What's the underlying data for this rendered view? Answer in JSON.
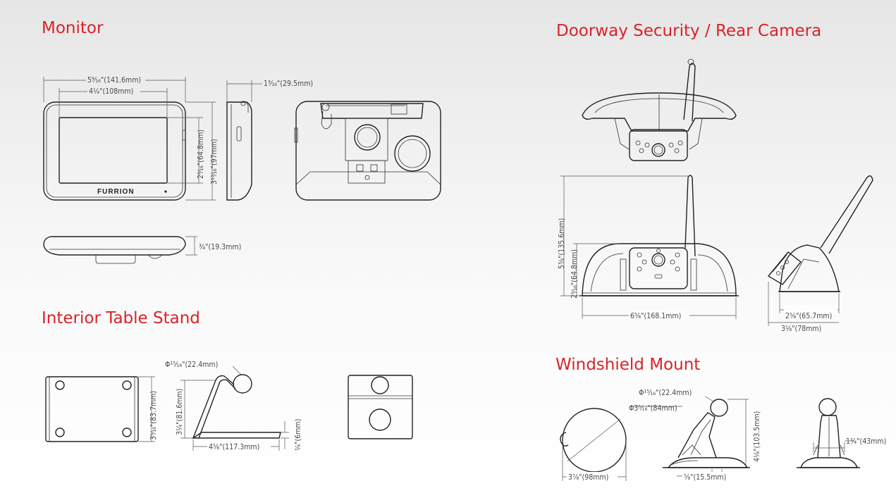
{
  "sections": {
    "monitor": "Monitor",
    "camera": "Doorway Security / Rear Camera",
    "stand": "Interior Table Stand",
    "mount": "Windshield Mount"
  },
  "monitor": {
    "brand_logo": "FURRION",
    "dims": {
      "width_outer": "5⁹⁄₁₆\"(141.6mm)",
      "width_screen": "4¼\"(108mm)",
      "height_screen": "2⁹⁄₁₆\"(64.8mm)",
      "height_outer": "3¹³⁄₁₆\"(97mm)",
      "depth": "1³⁄₁₆\"(29.5mm)",
      "thickness": "¾\"(19.3mm)"
    }
  },
  "camera": {
    "dims": {
      "height_total": "5³⁄₈\"(135.6mm)",
      "height_body": "2⁹⁄₁₆\"(64.8mm)",
      "width": "6⅝\"(168.1mm)",
      "side_depth": "2⁵⁄₈\"(65.7mm)",
      "side_base": "3⅛\"(78mm)"
    }
  },
  "stand": {
    "dims": {
      "ball_diameter": "Φ¹⁵⁄₁₆\"(22.4mm)",
      "base_height": "3⁵⁄₁₆\"(83.7mm)",
      "height": "3¼\"(81.6mm)",
      "length": "4⁵⁄₈\"(117.3mm)",
      "plate_thickness": "¼\"(6mm)"
    }
  },
  "mount": {
    "dims": {
      "ball_diameter": "Φ¹⁵⁄₁₆\"(22.4mm)",
      "cup_diameter": "Φ3⁵⁄₁₆\"(84mm)",
      "height": "4⅛\"(103.5mm)",
      "width": "3⅞\"(98mm)",
      "offset": "⅝\"(15.5mm)",
      "arm_width": "1¾\"(43mm)"
    }
  }
}
